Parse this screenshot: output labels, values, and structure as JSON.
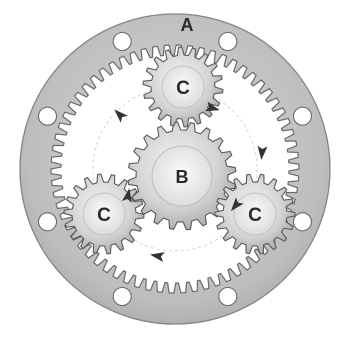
{
  "labels": {
    "ring": "A",
    "sun": "B",
    "planets": [
      "C",
      "C",
      "C"
    ]
  },
  "ring_gear": {
    "bolt_holes": 8,
    "teeth": 66
  },
  "sun_gear": {
    "teeth": 20
  },
  "planet_gears": {
    "count": 3,
    "teeth": 18
  },
  "motion_arrows": 6,
  "colors": {
    "ring_outer": "#b9b9b9",
    "gear_fill": "#d2d2d2",
    "gear_stroke": "#5a5a5a",
    "label": "#2a2a2a",
    "arrow": "#333333"
  }
}
